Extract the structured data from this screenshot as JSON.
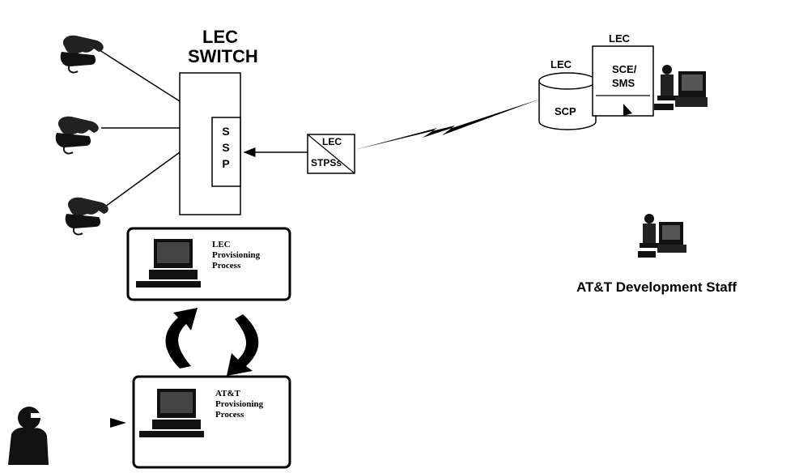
{
  "switch": {
    "title_line1": "LEC",
    "title_line2": "SWITCH",
    "ssp_label": "S S P"
  },
  "stp": {
    "line1": "LEC",
    "line2": "STPSs"
  },
  "scp": {
    "operator": "LEC",
    "label": "SCP"
  },
  "sce": {
    "operator": "LEC",
    "line1": "SCE/",
    "line2": "SMS"
  },
  "lec_provisioning": {
    "line1": "LEC",
    "line2": "Provisioning",
    "line3": "Process"
  },
  "att_provisioning": {
    "line1": "AT&T",
    "line2": "Provisioning",
    "line3": "Process"
  },
  "staff": {
    "label": "AT&T Development Staff"
  },
  "icons": [
    "telephone-icon",
    "computer-terminal-icon",
    "database-cylinder-icon",
    "person-at-workstation-icon",
    "person-on-phone-icon"
  ]
}
